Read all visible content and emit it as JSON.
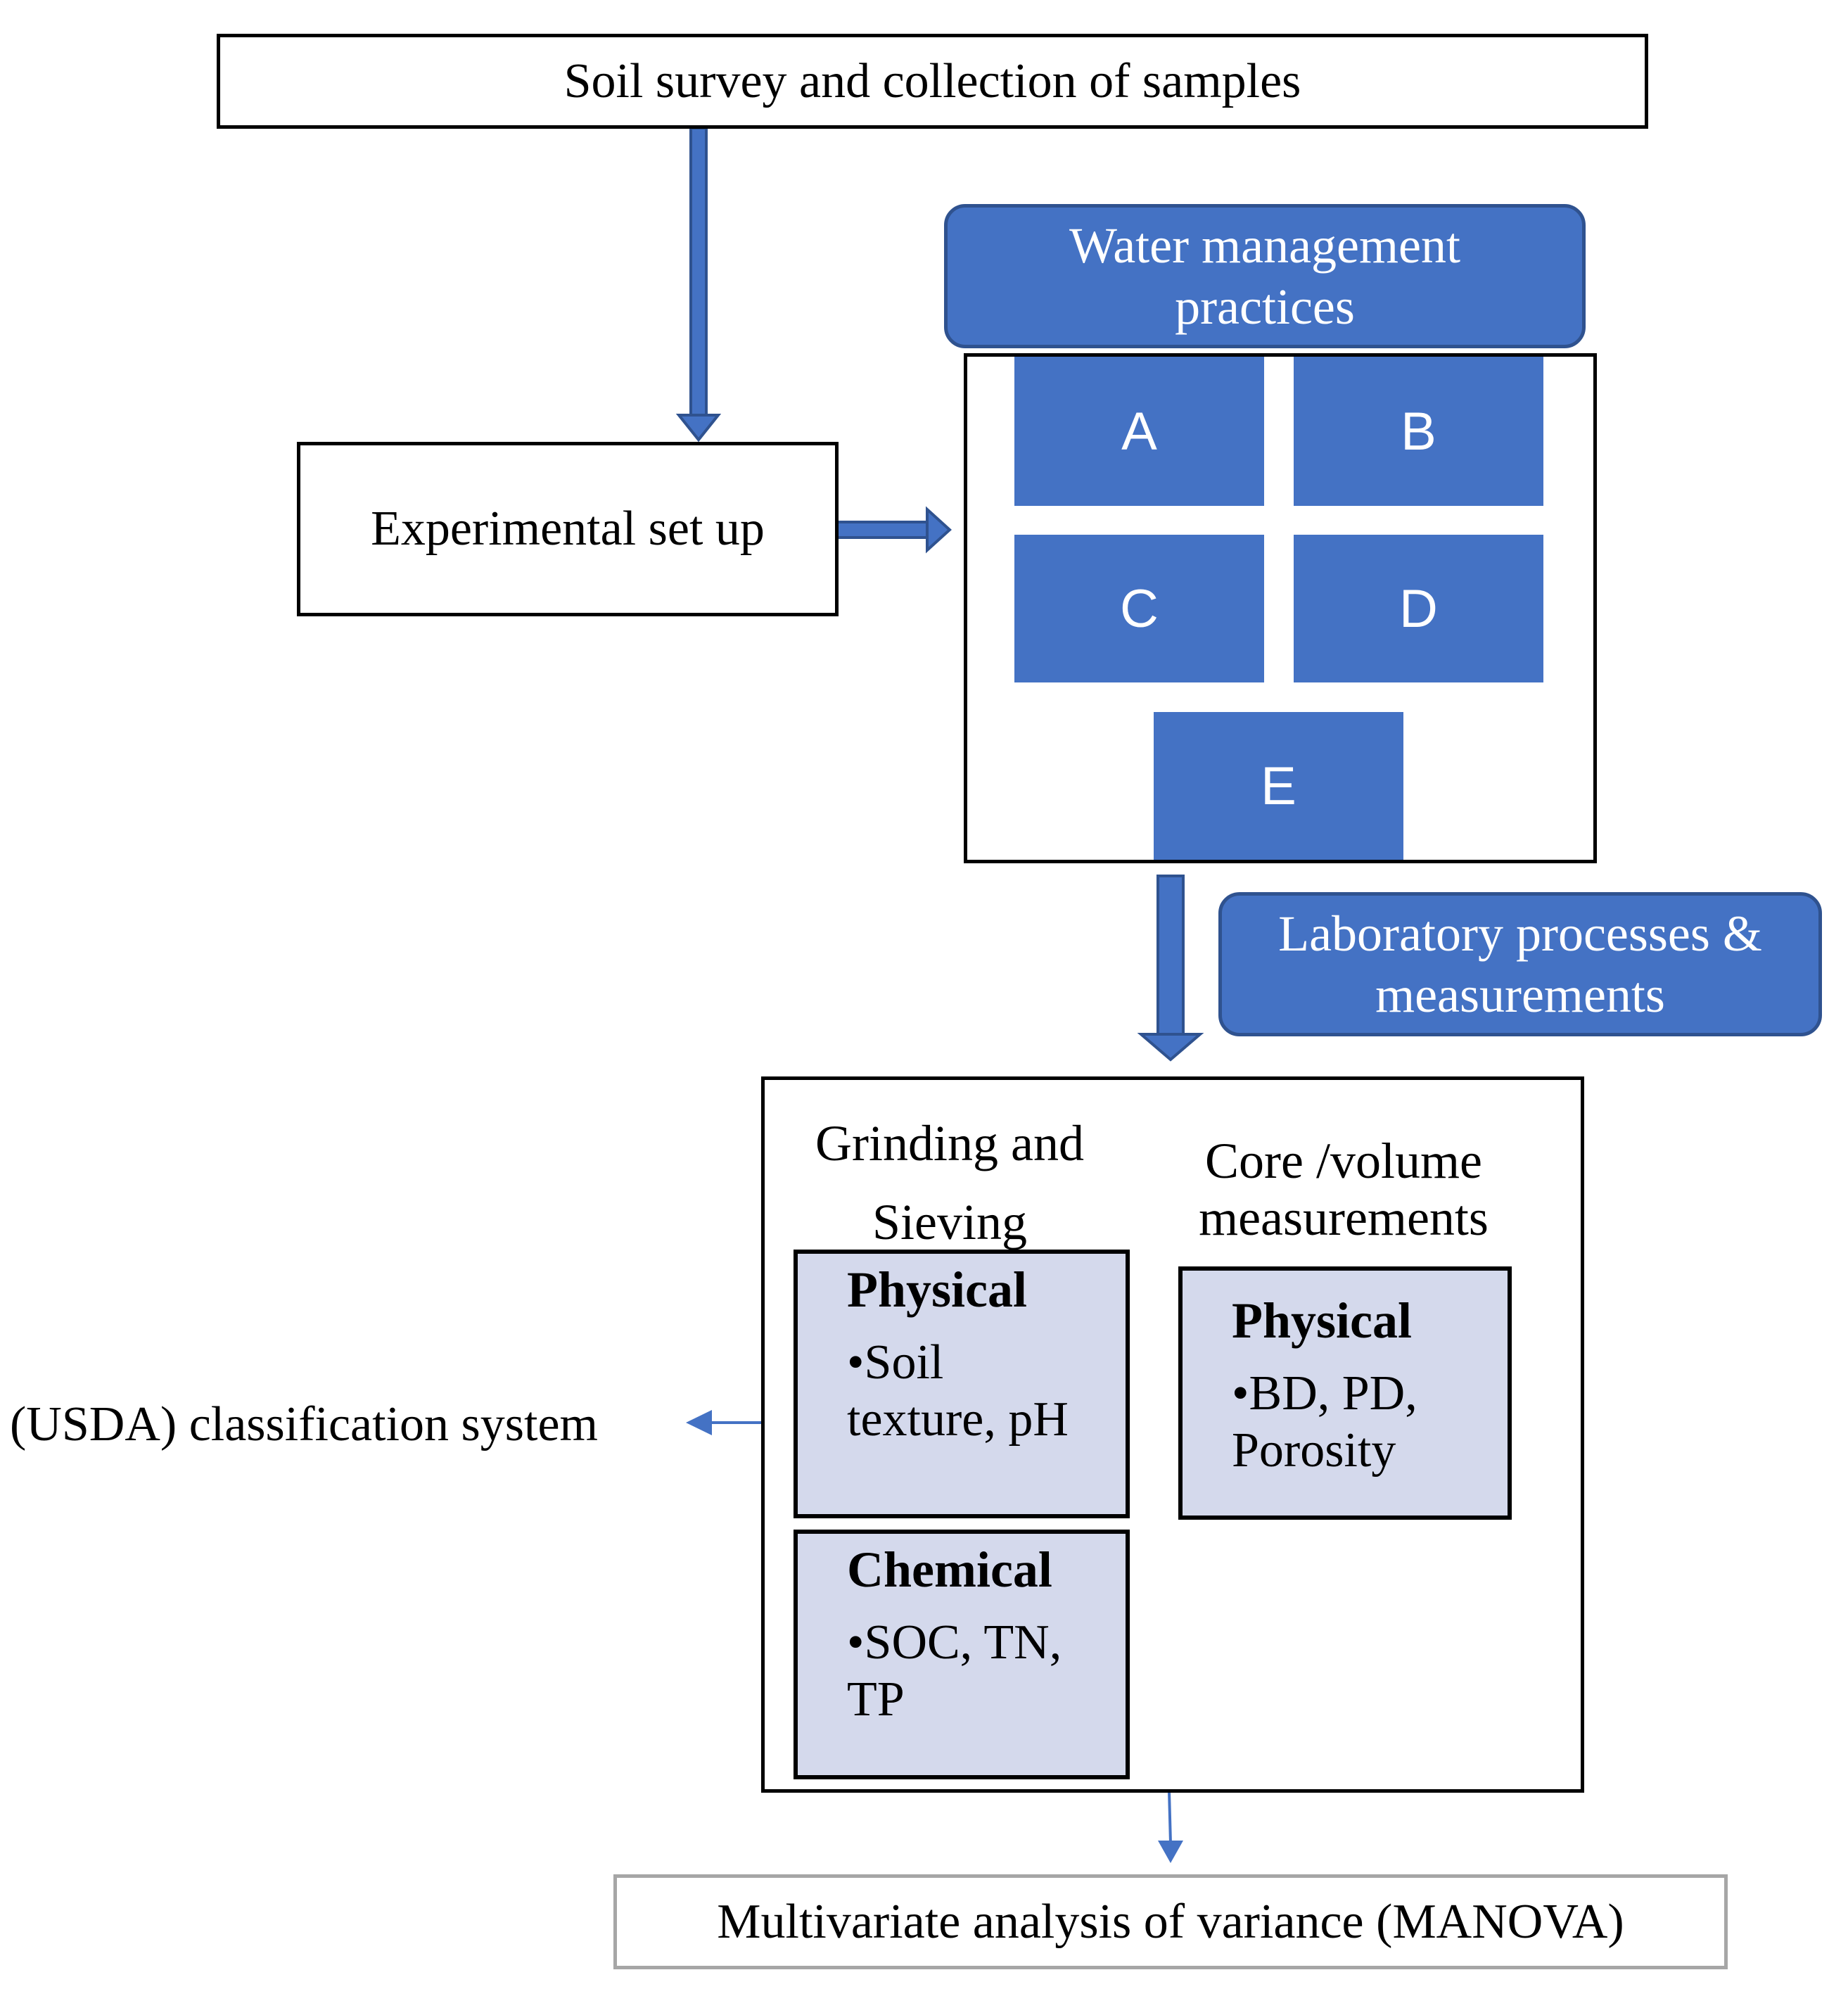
{
  "survey": {
    "label": "Soil survey and collection of samples"
  },
  "setup": {
    "label": "Experimental set up"
  },
  "water": {
    "label": "Water management practices"
  },
  "plots": {
    "a": "A",
    "b": "B",
    "c": "C",
    "d": "D",
    "e": "E"
  },
  "lab": {
    "label": "Laboratory processes & measurements"
  },
  "grinding": {
    "heading": "Grinding and Sieving",
    "physical": {
      "title": "Physical",
      "items": "•Soil texture, pH"
    },
    "chemical": {
      "title": "Chemical",
      "items": "•SOC, TN, TP"
    }
  },
  "core": {
    "heading": "Core /volume measurements",
    "physical": {
      "title": "Physical",
      "items": "•BD, PD, Porosity"
    }
  },
  "usda": {
    "label": "(USDA) classification system"
  },
  "manova": {
    "label": "Multivariate analysis of variance (MANOVA)"
  },
  "colors": {
    "accent": "#4472c4",
    "accent_border": "#2f528f",
    "lab_fill": "#d4d9ec"
  }
}
